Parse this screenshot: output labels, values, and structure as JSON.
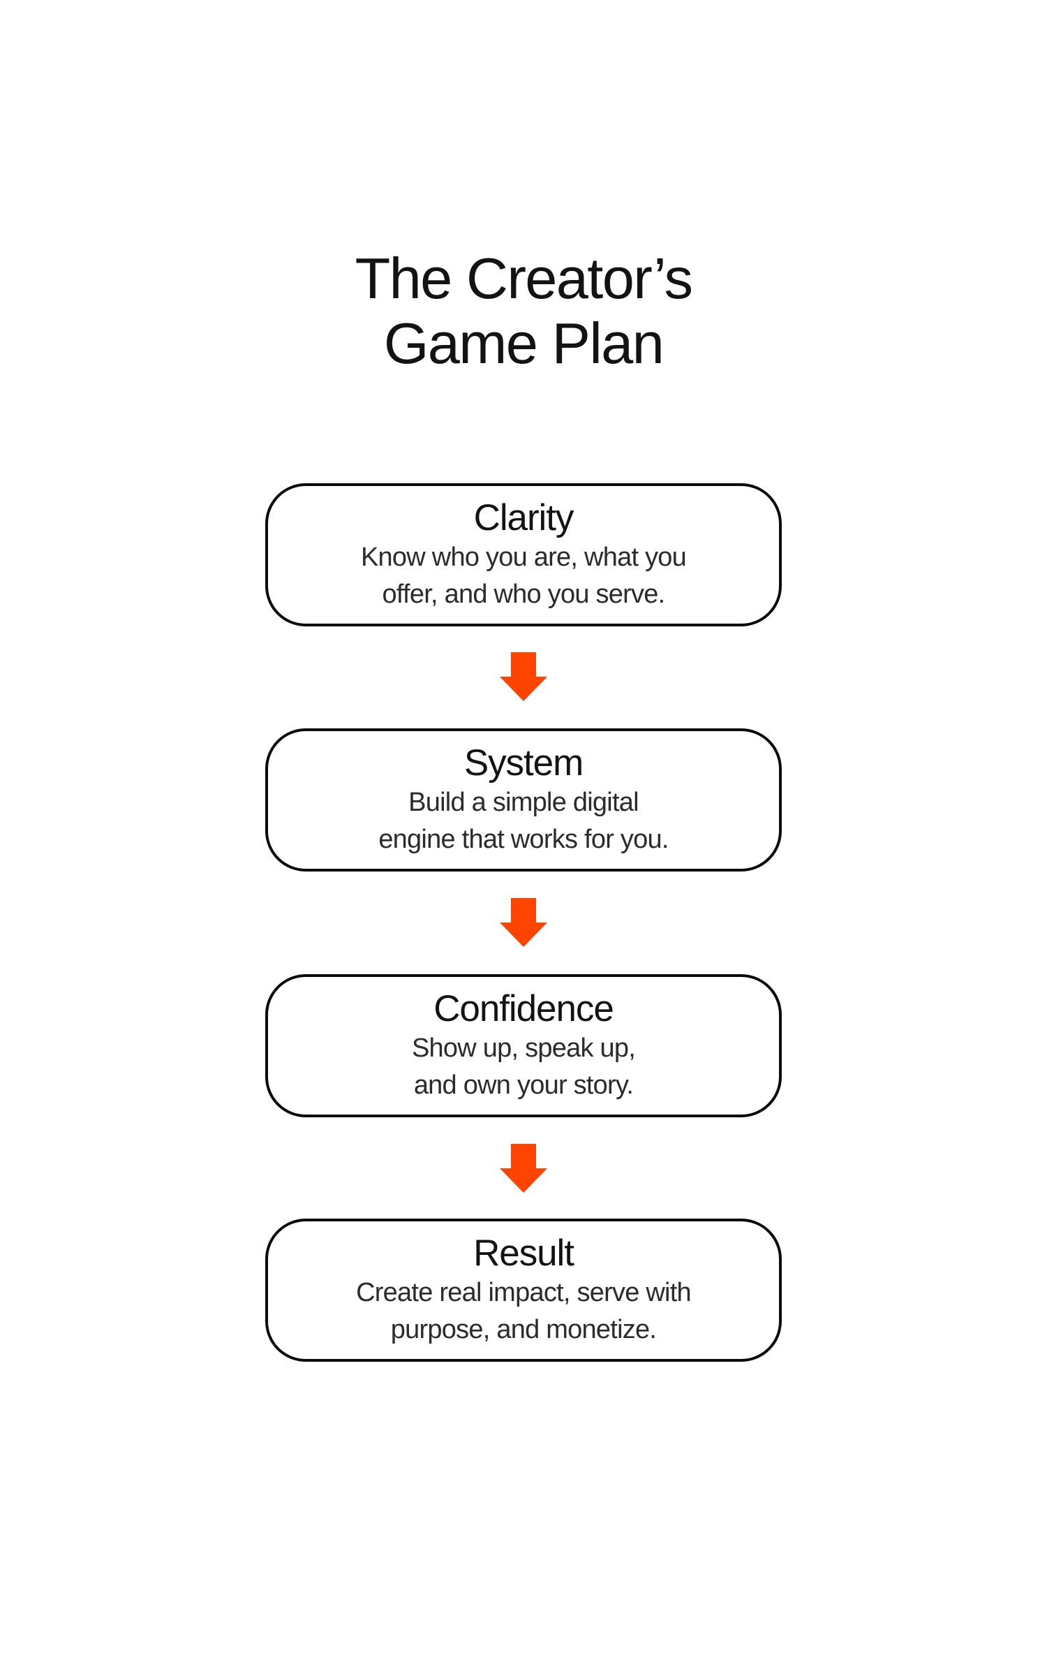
{
  "title": {
    "line1": "The Creator’s",
    "line2": "Game Plan"
  },
  "steps": [
    {
      "heading": "Clarity",
      "body_lines": [
        "Know who you are, what you",
        "offer, and who you serve."
      ]
    },
    {
      "heading": "System",
      "body_lines": [
        "Build a simple digital",
        "engine that works for you."
      ]
    },
    {
      "heading": "Confidence",
      "body_lines": [
        "Show up, speak up,",
        "and own your story."
      ]
    },
    {
      "heading": "Result",
      "body_lines": [
        "Create real impact, serve with",
        "purpose, and monetize."
      ]
    }
  ],
  "colors": {
    "background": "#ffffff",
    "box_border": "#0b0b0b",
    "heading_text": "#131313",
    "body_text": "#2b2b2b",
    "arrow": "#FF4301"
  }
}
